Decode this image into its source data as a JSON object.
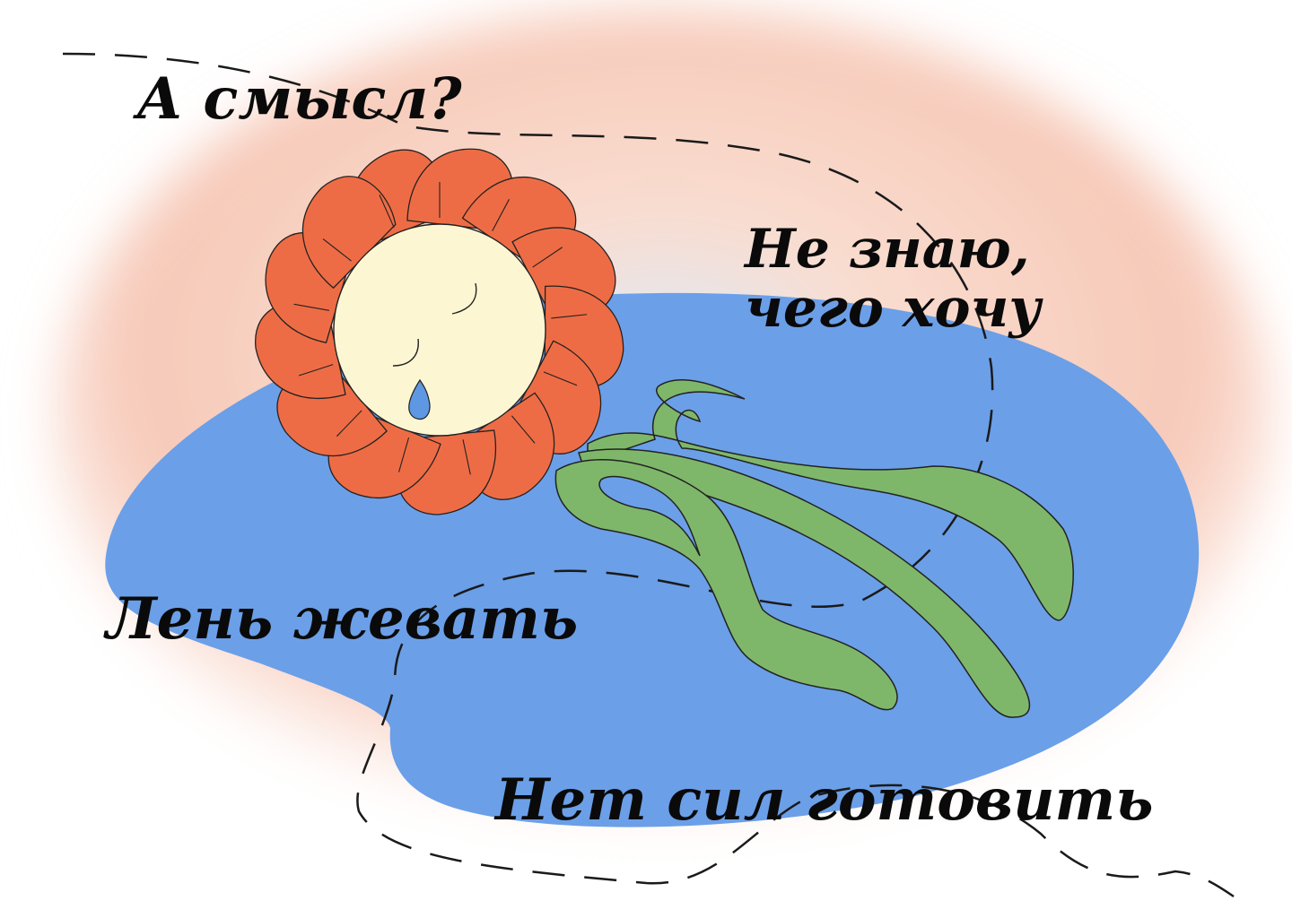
{
  "captions": {
    "what_point": "А смысл?",
    "dont_know_line1": "Не знаю,",
    "dont_know_line2": "чего хочу",
    "too_lazy_to_chew": "Лень жевать",
    "no_energy_to_cook": "Нет сил готовить"
  },
  "colors": {
    "background_glow": "#f7c9b8",
    "glow_center": "#dfe9f6",
    "puddle": "#6b9fe8",
    "petal": "#ee6c45",
    "flower_center": "#fdf6d3",
    "stem": "#7fb76a",
    "tear": "#5e98e2",
    "outline": "#222222",
    "text": "#0a0a0a"
  },
  "icons": {
    "flower": "wilted-flower-icon",
    "tear": "teardrop-icon",
    "eyes": "closed-eyes-icon"
  }
}
